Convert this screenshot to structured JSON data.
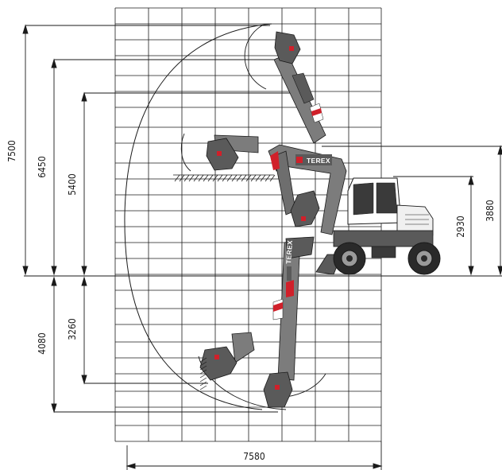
{
  "dimensions": {
    "max_height_total": "7500",
    "max_dump_height": "6450",
    "max_height_clearance": "5400",
    "dig_depth_max": "4080",
    "dig_depth_vertical_wall": "3260",
    "max_reach": "7580",
    "machine_height": "3880",
    "cab_height": "2930"
  },
  "branding": {
    "logo_text": "TEREX"
  },
  "colors": {
    "boom": "#7c7c7c",
    "boom_dark": "#5a5a5a",
    "accent": "#d0202a",
    "line": "#1a1a1a"
  }
}
